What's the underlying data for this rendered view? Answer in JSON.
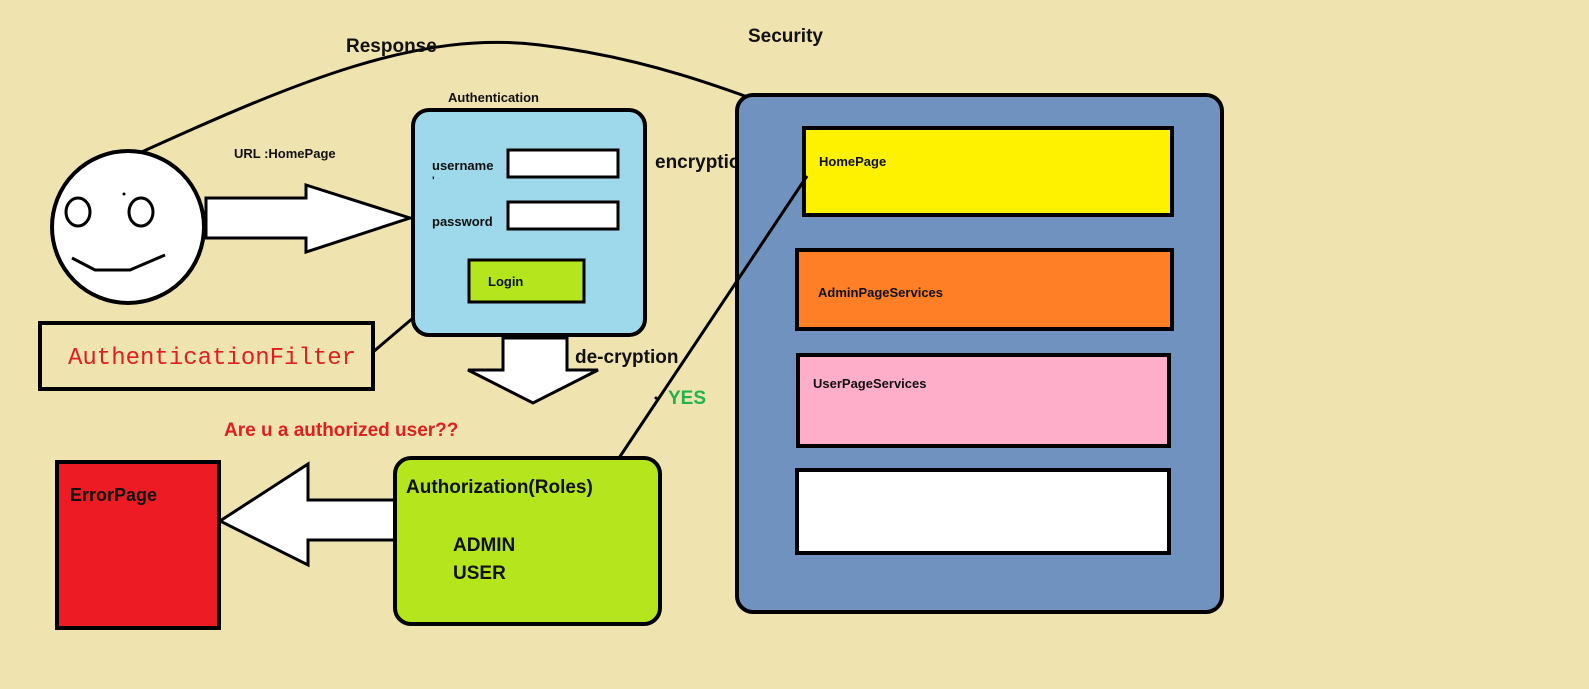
{
  "labels": {
    "response": "Response",
    "security": "Security",
    "authentication": "Authentication",
    "url": "URL  :HomePage",
    "username": "username",
    "password": "password",
    "login": "Login",
    "encryption": "encryption",
    "decryption": "de-cryption",
    "yes": "YES",
    "question": "Are u a authorized user??",
    "auth_filter": "AuthenticationFilter",
    "error_page": "ErrorPage",
    "authorization": "Authorization(Roles)",
    "admin": "ADMIN",
    "user": "USER",
    "homepage": "HomePage",
    "admin_services": "AdminPageServices",
    "user_services": "UserPageServices"
  },
  "colors": {
    "background": "#efe3b0",
    "auth_box": "#9dd9ea",
    "login_button": "#b5e61d",
    "authorization_box": "#b5e61d",
    "security_box": "#7092be",
    "homepage_box": "#fff200",
    "admin_services_box": "#ff7f27",
    "user_services_box": "#ffaec9",
    "error_box": "#ed1c24",
    "question_text": "#e02020",
    "yes_text": "#22b14c",
    "filter_text": "#e02020"
  },
  "icons": {
    "user": "smiley-face-icon"
  }
}
